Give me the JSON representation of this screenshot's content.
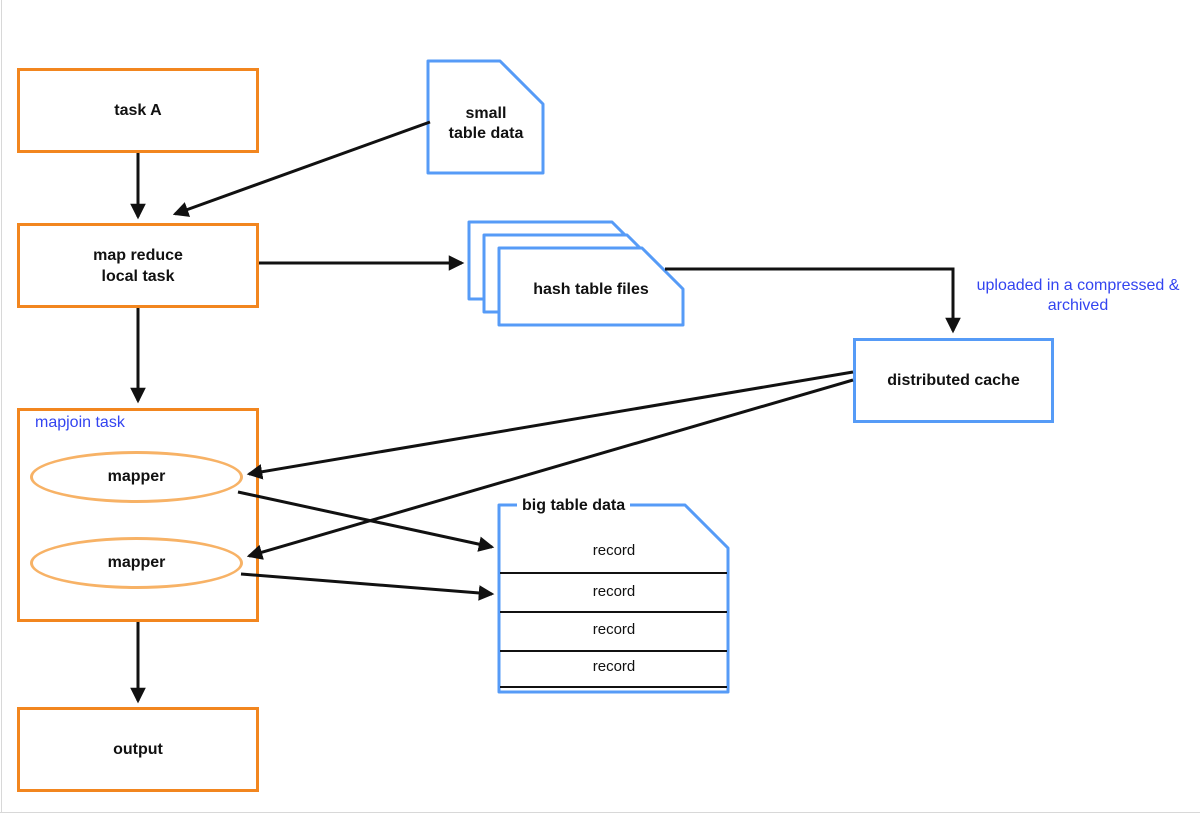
{
  "colors": {
    "node_border_orange": "#F2861F",
    "ellipse_border_orange": "#F7B266",
    "shape_border_blue": "#569BF7",
    "annotation_blue": "#3344F0",
    "arrow_black": "#111111",
    "page_edge_gray": "#D8D8D8"
  },
  "nodes": {
    "task_a": {
      "label": "task A"
    },
    "small_table_data": {
      "label_lines": [
        "small",
        "table data"
      ]
    },
    "map_reduce_local_task": {
      "label_lines": [
        "map reduce",
        "local task"
      ]
    },
    "hash_table_files": {
      "label": "hash table files"
    },
    "distributed_cache": {
      "label": "distributed cache"
    },
    "mapjoin_task": {
      "label": "mapjoin task"
    },
    "mapper_top": {
      "label": "mapper"
    },
    "mapper_bottom": {
      "label": "mapper"
    },
    "big_table_data": {
      "title": "big table data",
      "records": [
        "record",
        "record",
        "record",
        "record"
      ]
    },
    "output": {
      "label": "output"
    }
  },
  "annotations": {
    "uploaded_note": {
      "lines": [
        "uploaded in a compressed &",
        "archived"
      ]
    }
  }
}
